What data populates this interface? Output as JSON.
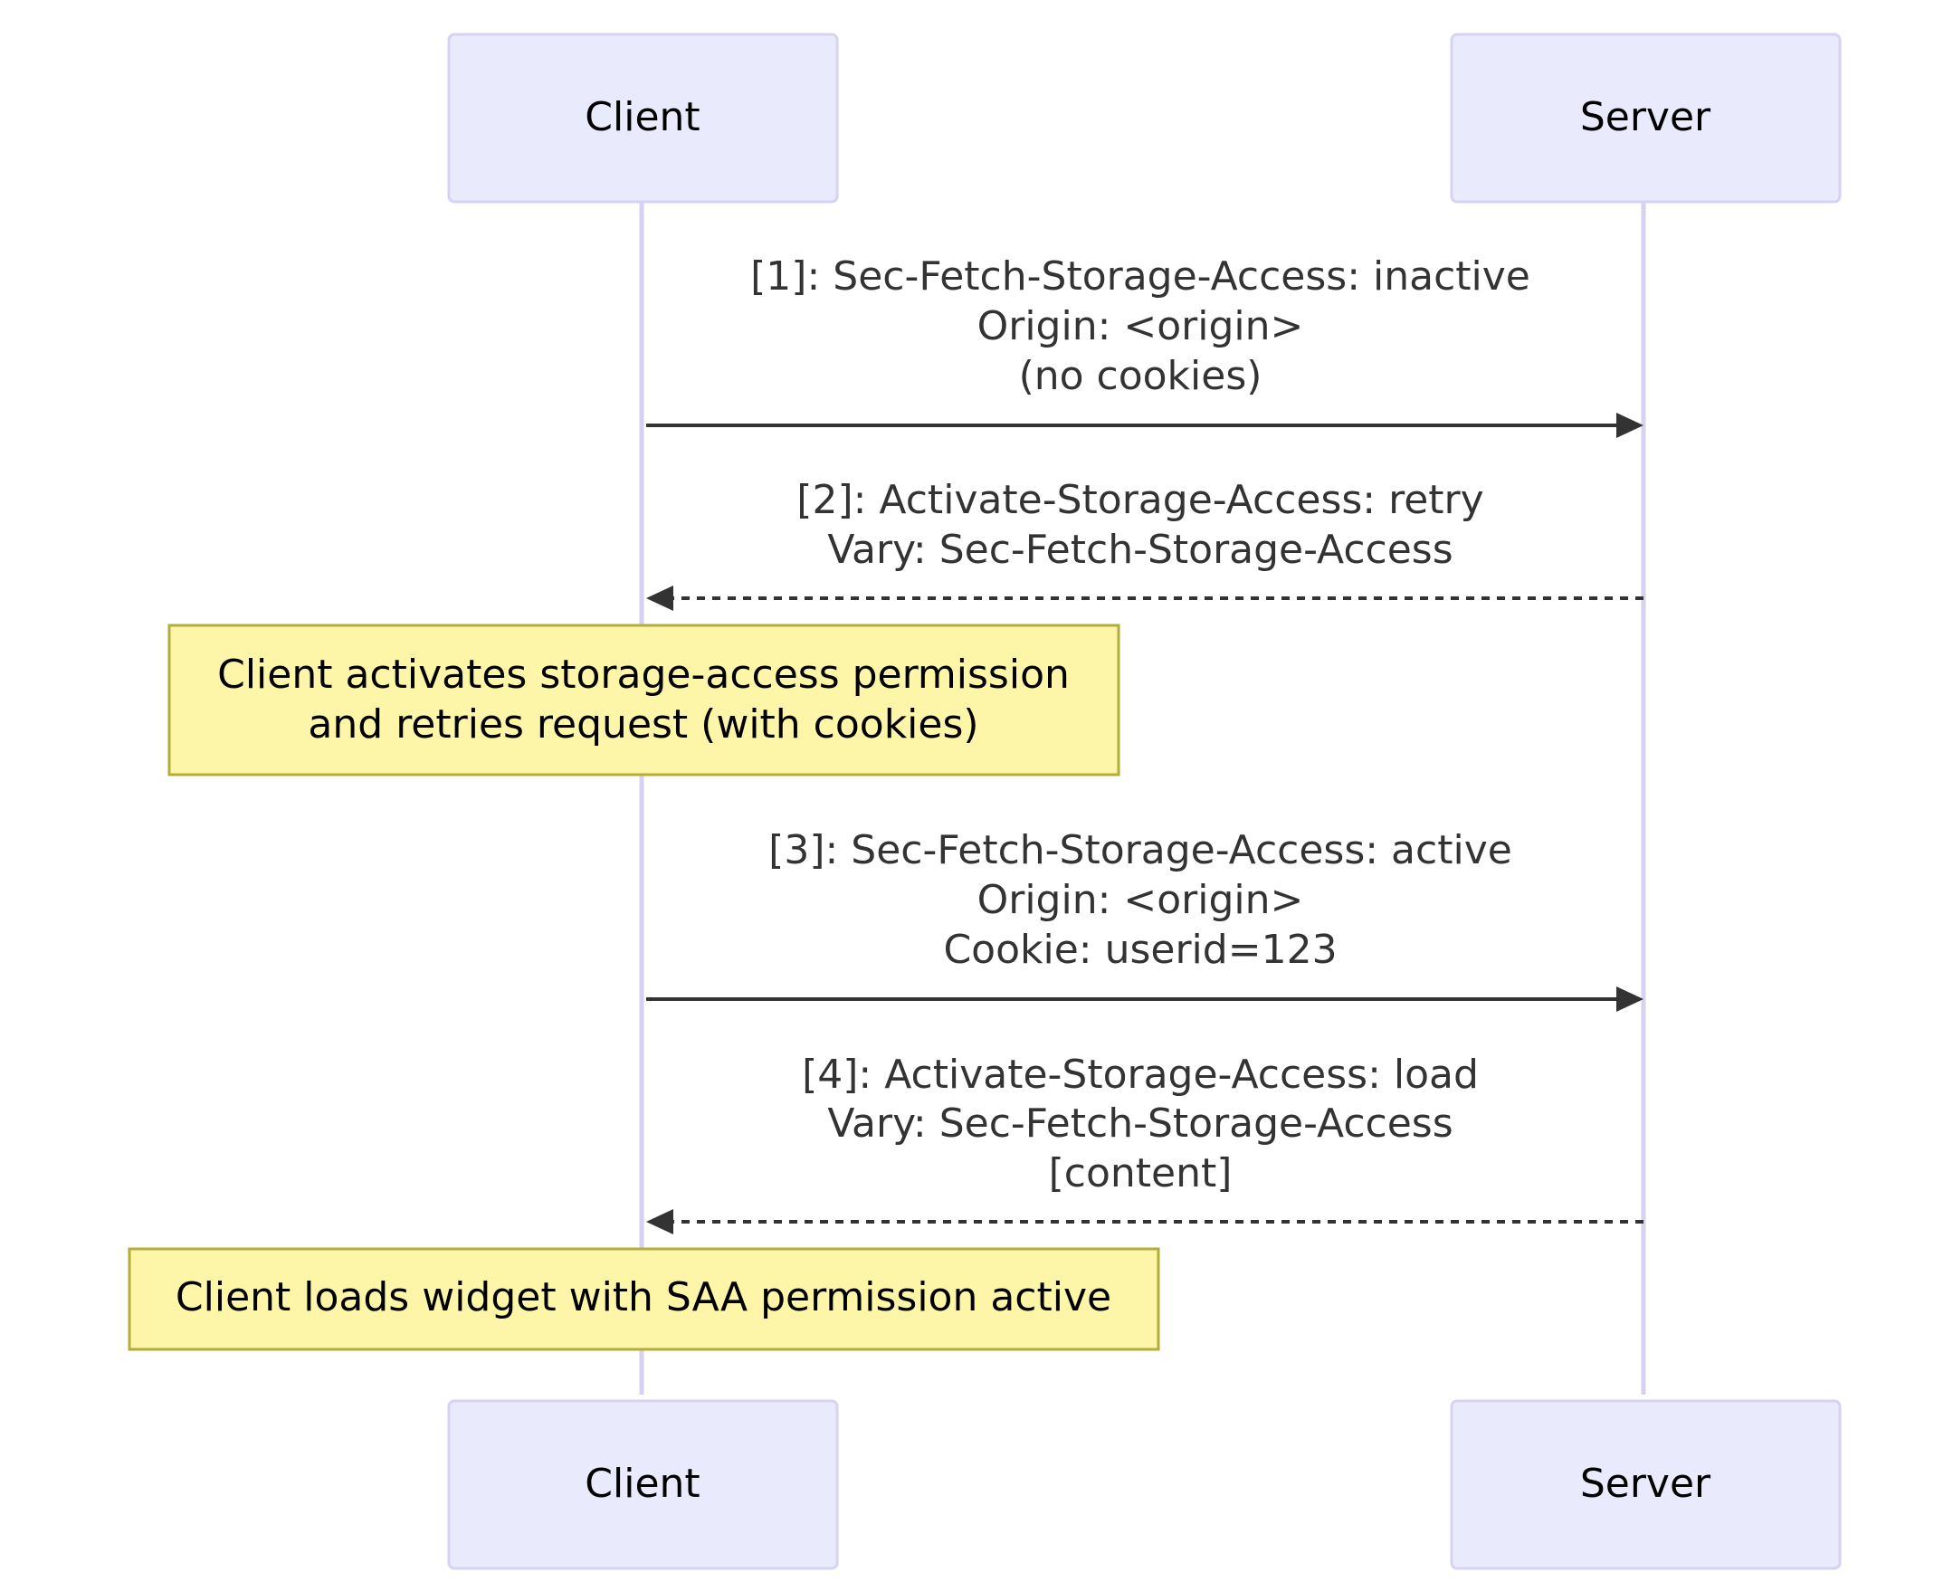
{
  "participants": [
    {
      "id": "client",
      "label": "Client"
    },
    {
      "id": "server",
      "label": "Server"
    }
  ],
  "messages": [
    {
      "id": "m1",
      "from": "client",
      "to": "server",
      "style": "solid",
      "lines": [
        "[1]: Sec-Fetch-Storage-Access: inactive",
        "Origin: <origin>",
        "(no cookies)"
      ]
    },
    {
      "id": "m2",
      "from": "server",
      "to": "client",
      "style": "dashed",
      "lines": [
        "[2]: Activate-Storage-Access: retry",
        "Vary: Sec-Fetch-Storage-Access"
      ]
    },
    {
      "id": "m3",
      "from": "client",
      "to": "server",
      "style": "solid",
      "lines": [
        "[3]: Sec-Fetch-Storage-Access: active",
        "Origin: <origin>",
        "Cookie: userid=123"
      ]
    },
    {
      "id": "m4",
      "from": "server",
      "to": "client",
      "style": "dashed",
      "lines": [
        "[4]: Activate-Storage-Access: load",
        "Vary: Sec-Fetch-Storage-Access",
        "[content]"
      ]
    }
  ],
  "notes": [
    {
      "id": "n1",
      "over": "client",
      "lines": [
        "Client activates storage-access permission",
        "and retries request (with cookies)"
      ]
    },
    {
      "id": "n2",
      "over": "client",
      "lines": [
        "Client loads widget with SAA permission active"
      ]
    }
  ],
  "colors": {
    "actor_fill": "#eaeafd",
    "actor_stroke": "#d6d2f5",
    "lifeline": "#d8d0f0",
    "note_fill": "#fdf5a8",
    "note_stroke": "#b5ad3a",
    "arrow": "#333333"
  }
}
